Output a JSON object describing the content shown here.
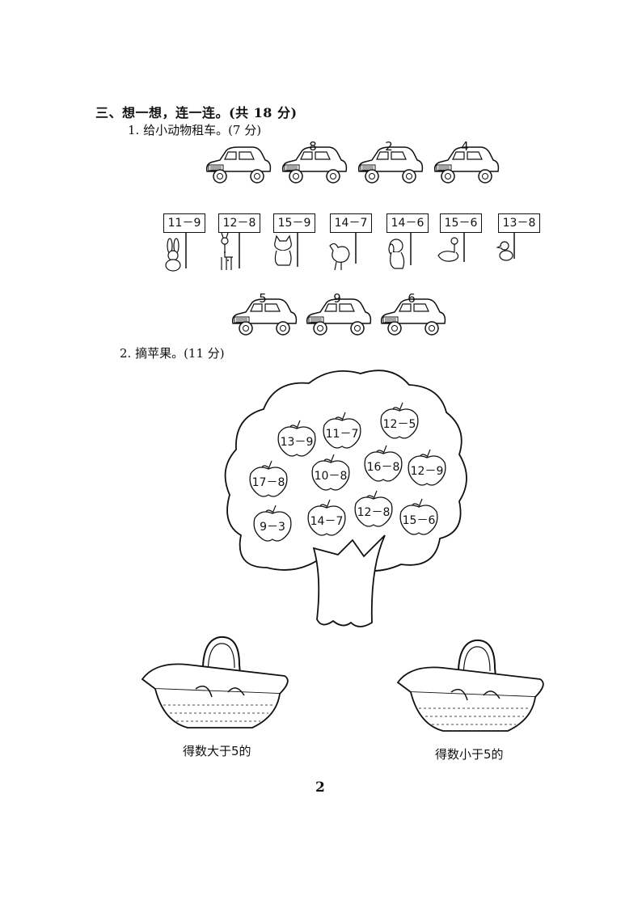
{
  "section": {
    "title": "三、想一想，连一连。(共 18 分)"
  },
  "q1": {
    "title": "1. 给小动物租车。(7 分)",
    "top_cars": [
      "",
      "8",
      "2",
      "4"
    ],
    "animals": [
      {
        "expr": "11－9",
        "icon": "rabbit-icon"
      },
      {
        "expr": "12－8",
        "icon": "deer-icon"
      },
      {
        "expr": "15－9",
        "icon": "cat-icon"
      },
      {
        "expr": "14－7",
        "icon": "hen-icon"
      },
      {
        "expr": "14－6",
        "icon": "dog-icon"
      },
      {
        "expr": "15－6",
        "icon": "duck-icon"
      },
      {
        "expr": "13－8",
        "icon": "chick-icon"
      }
    ],
    "bottom_cars": [
      "5",
      "9",
      "6"
    ]
  },
  "q2": {
    "title": "2. 摘苹果。(11 分)",
    "apples": [
      "13－9",
      "11－7",
      "12－5",
      "17－8",
      "10－8",
      "16－8",
      "12－9",
      "9－3",
      "14－7",
      "12－8",
      "15－6"
    ],
    "baskets": [
      "得数大于5的",
      "得数小于5的"
    ]
  },
  "page_number": "2"
}
